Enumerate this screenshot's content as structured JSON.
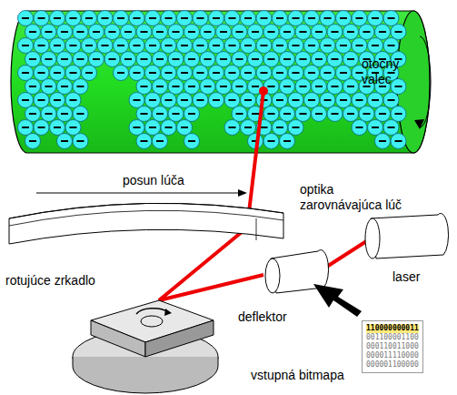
{
  "diagram": {
    "nodes": [
      {
        "text": [
          "110000000011",
          "001100001100",
          "000110011000",
          "000011110000",
          "000001100000"
        ]
      }
    ],
    "labels": [
      "otočný valec",
      "posun lúča",
      "optika zarovnávajúca lúč",
      "rotujúce zrkadlo",
      "deflektor",
      "laser",
      "vstupná bitmapa"
    ]
  }
}
